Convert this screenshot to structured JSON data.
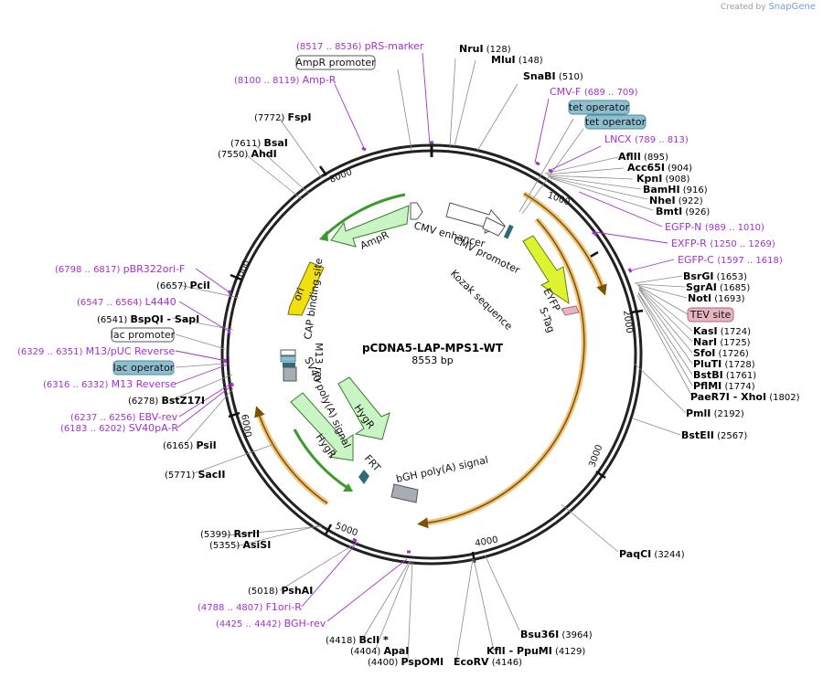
{
  "credit": {
    "prefix": "Created by",
    "brand": "SnapGene"
  },
  "plasmid": {
    "name": "pCDNA5-LAP-MPS1-WT",
    "size": "8553 bp"
  },
  "tick_labels": [
    "1000",
    "2000",
    "3000",
    "4000",
    "5000",
    "6000",
    "7000",
    "8000"
  ],
  "enzymes": [
    {
      "name": "NruI",
      "pos": "(128)"
    },
    {
      "name": "MluI",
      "pos": "(148)"
    },
    {
      "name": "SnaBI",
      "pos": "(510)"
    },
    {
      "name": "AflII",
      "pos": "(895)"
    },
    {
      "name": "Acc65I",
      "pos": "(904)"
    },
    {
      "name": "KpnI",
      "pos": "(908)"
    },
    {
      "name": "BamHI",
      "pos": "(916)"
    },
    {
      "name": "NheI",
      "pos": "(922)"
    },
    {
      "name": "BmtI",
      "pos": "(926)"
    },
    {
      "name": "BsrGI",
      "pos": "(1653)"
    },
    {
      "name": "SgrAI",
      "pos": "(1685)"
    },
    {
      "name": "NotI",
      "pos": "(1693)"
    },
    {
      "name": "KasI",
      "pos": "(1724)"
    },
    {
      "name": "NarI",
      "pos": "(1725)"
    },
    {
      "name": "SfoI",
      "pos": "(1726)"
    },
    {
      "name": "PluTI",
      "pos": "(1728)"
    },
    {
      "name": "BstBI",
      "pos": "(1761)"
    },
    {
      "name": "PflMI",
      "pos": "(1774)"
    },
    {
      "name": "PaeR7I",
      "pos": "",
      "partner": "XhoI",
      "partner_pos": "(1802)"
    },
    {
      "name": "PmlI",
      "pos": "(2192)"
    },
    {
      "name": "BstEII",
      "pos": "(2567)"
    },
    {
      "name": "PaqCI",
      "pos": "(3244)"
    },
    {
      "name": "Bsu36I",
      "pos": "(3964)"
    },
    {
      "name": "KflI",
      "pos": "",
      "partner": "PpuMI",
      "partner_pos": "(4129)"
    },
    {
      "name": "EcoRV",
      "pos": "(4146)"
    },
    {
      "name": "BclI *",
      "pos": "(4418)"
    },
    {
      "name": "ApaI",
      "pos": "(4404)"
    },
    {
      "name": "PspOMI",
      "pos": "(4400)"
    },
    {
      "name": "PshAI",
      "pos": "(5018)"
    },
    {
      "name": "RsrII",
      "pos": "(5399)"
    },
    {
      "name": "AsiSI",
      "pos": "(5355)"
    },
    {
      "name": "SacII",
      "pos": "(5771)"
    },
    {
      "name": "PsiI",
      "pos": "(6165)"
    },
    {
      "name": "BstZ17I",
      "pos": "(6278)"
    },
    {
      "name": "BspQI",
      "pos": "(6541)",
      "partner": "SapI",
      "partner_pos": ""
    },
    {
      "name": "PciI",
      "pos": "(6657)"
    },
    {
      "name": "BsaI",
      "pos": "(7611)"
    },
    {
      "name": "AhdI",
      "pos": "(7550)"
    },
    {
      "name": "FspI",
      "pos": "(7772)"
    }
  ],
  "primers": [
    {
      "name": "pRS-marker",
      "range": "(8517 .. 8536)"
    },
    {
      "name": "Amp-R",
      "range": "(8100 .. 8119)"
    },
    {
      "name": "CMV-F",
      "range": "(689 .. 709)"
    },
    {
      "name": "LNCX",
      "range": "(789 .. 813)"
    },
    {
      "name": "EGFP-N",
      "range": "(989 .. 1010)"
    },
    {
      "name": "EXFP-R",
      "range": "(1250 .. 1269)"
    },
    {
      "name": "EGFP-C",
      "range": "(1597 .. 1618)"
    },
    {
      "name": "pBR322ori-F",
      "range": "(6798 .. 6817)"
    },
    {
      "name": "L4440",
      "range": "(6547 .. 6564)"
    },
    {
      "name": "M13/pUC Reverse",
      "range": "(6329 .. 6351)"
    },
    {
      "name": "M13 Reverse",
      "range": "(6316 .. 6332)"
    },
    {
      "name": "EBV-rev",
      "range": "(6237 .. 6256)"
    },
    {
      "name": "SV40pA-R",
      "range": "(6183 .. 6202)"
    },
    {
      "name": "F1ori-R",
      "range": "(4788 .. 4807)"
    },
    {
      "name": "BGH-rev",
      "range": "(4425 .. 4442)"
    }
  ],
  "boxed_labels": [
    {
      "text": "AmpR promoter",
      "fill": "#ffffff",
      "stroke": "#555555"
    },
    {
      "text": "tet operator",
      "fill": "#8fbfcf",
      "stroke": "#4d8aa0"
    },
    {
      "text": "tet operator",
      "fill": "#8fbfcf",
      "stroke": "#4d8aa0"
    },
    {
      "text": "TEV site",
      "fill": "#e8b4c0",
      "stroke": "#a86878"
    },
    {
      "text": "lac promoter",
      "fill": "#ffffff",
      "stroke": "#555555"
    },
    {
      "text": "lac operator",
      "fill": "#8fbfcf",
      "stroke": "#4d8aa0"
    }
  ],
  "features": [
    {
      "name": "CMV enhancer"
    },
    {
      "name": "CMV promoter"
    },
    {
      "name": "Kozak sequence"
    },
    {
      "name": "EYFP"
    },
    {
      "name": "S-Tag"
    },
    {
      "name": "AmpR"
    },
    {
      "name": "ori"
    },
    {
      "name": "CAP binding site"
    },
    {
      "name": "M13 rev"
    },
    {
      "name": "SV40 poly(A) signal"
    },
    {
      "name": "HygR"
    },
    {
      "name": "HygR"
    },
    {
      "name": "FRT"
    },
    {
      "name": "bGH poly(A) signal"
    }
  ],
  "colors": {
    "backbone": "#222222",
    "primer": "#a62fd1",
    "ampr": "#c9f5c4",
    "ampr_stroke": "#3a7a30",
    "eyfp": "#ddf230",
    "ori": "#f0e010",
    "orf_arrow": "#e8a020",
    "orf_arrow_inner": "#7a5200"
  }
}
